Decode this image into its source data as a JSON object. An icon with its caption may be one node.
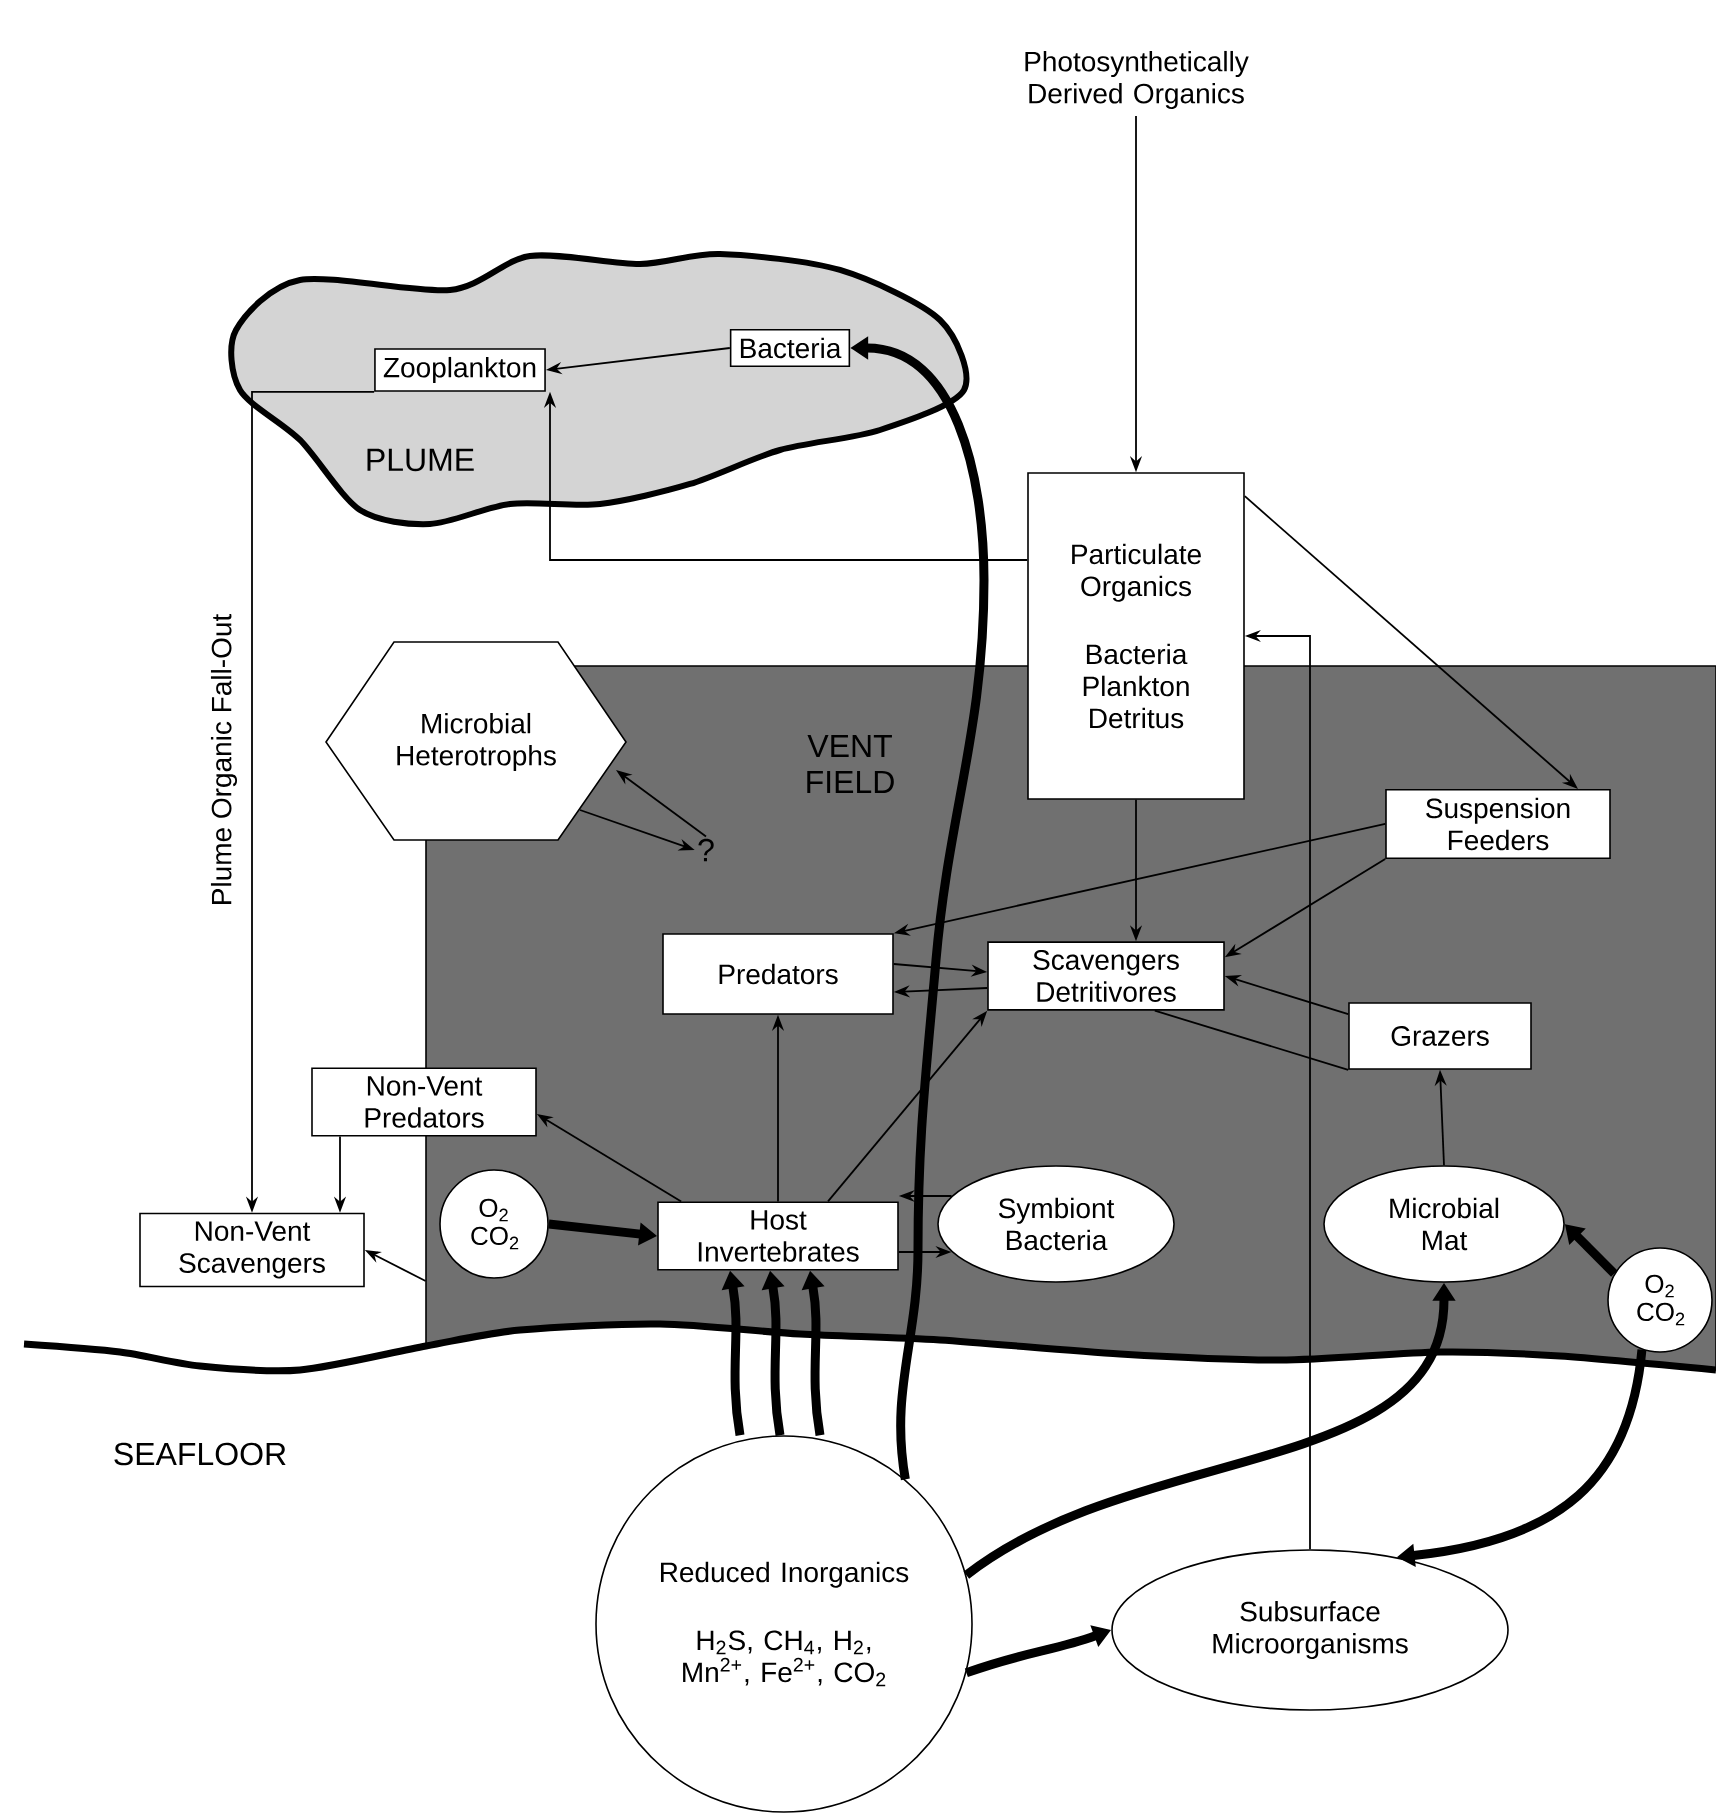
{
  "diagram": {
    "nodes": [
      {
        "text": [
          "PLUME"
        ]
      },
      {
        "text": [
          "Zooplankton"
        ],
        "in": 0
      },
      {
        "text": [
          "Bacteria"
        ],
        "in": 0
      },
      {
        "text": [
          "Photosynthetically Derived Organics"
        ]
      },
      {
        "text": [
          "Particulate Organics",
          "Bacteria Plankton Detritus"
        ]
      },
      {
        "text": [
          "VENT FIELD"
        ]
      },
      {
        "text": [
          "Microbial Heterotrophs"
        ]
      },
      {
        "text": [
          "?"
        ],
        "in": 5
      },
      {
        "text": [
          "Suspension Feeders"
        ],
        "in": 5
      },
      {
        "text": [
          "Predators"
        ],
        "in": 5
      },
      {
        "text": [
          "Scavengers Detritivores"
        ],
        "in": 5
      },
      {
        "text": [
          "Non-Vent Predators"
        ]
      },
      {
        "text": [
          "Grazers"
        ],
        "in": 5
      },
      {
        "text": [
          "Non-Vent Scavengers"
        ]
      },
      {
        "text": [
          "O$_{2}$ CO$_{2}$"
        ],
        "in": 5
      },
      {
        "text": [
          "Host Invertebrates"
        ],
        "in": 5
      },
      {
        "text": [
          "Symbiont Bacteria"
        ],
        "in": 5
      },
      {
        "text": [
          "Microbial Mat"
        ],
        "in": 5
      },
      {
        "text": [
          "O$_{2}$ CO$_{2}$"
        ],
        "in": 5
      },
      {
        "text": [
          "Reduced Inorganics",
          "H$_{2}$S, CH$_{4}$, H$_{2}$, Mn$^{2+}$, Fe$^{2+}$, CO$_{2}$"
        ]
      },
      {
        "text": [
          "Subsurface Microorganisms"
        ]
      }
    ],
    "edges": [
      {
        "from": 2,
        "to": 1,
        "arrow": "to"
      },
      {
        "from": 19,
        "to": 2,
        "arrow": "to",
        "style": "thick"
      },
      {
        "from": 3,
        "to": 4,
        "arrow": "to"
      },
      {
        "from": 4,
        "to": 1,
        "arrow": "to"
      },
      {
        "from": 4,
        "to": 8,
        "arrow": "to"
      },
      {
        "from": 4,
        "to": 10,
        "arrow": "to"
      },
      {
        "from": 20,
        "to": 4,
        "arrow": "to"
      },
      {
        "from": 6,
        "to": 7,
        "arrow": "to"
      },
      {
        "from": 7,
        "to": 6,
        "arrow": "to"
      },
      {
        "from": 8,
        "to": 9,
        "arrow": "to"
      },
      {
        "from": 8,
        "to": 10,
        "arrow": "to"
      },
      {
        "from": 9,
        "to": 10,
        "arrow": "to"
      },
      {
        "from": 10,
        "to": 9,
        "arrow": "to"
      },
      {
        "from": 12,
        "to": 10,
        "arrow": "to"
      },
      {
        "from": 10,
        "to": 12,
        "arrow": "none"
      },
      {
        "from": 17,
        "to": 12,
        "arrow": "to"
      },
      {
        "from": 15,
        "to": 9,
        "arrow": "to"
      },
      {
        "from": 15,
        "to": 10,
        "arrow": "to"
      },
      {
        "from": 15,
        "to": 11,
        "arrow": "to"
      },
      {
        "from": 16,
        "to": 15,
        "arrow": "to"
      },
      {
        "from": 15,
        "to": 16,
        "arrow": "to"
      },
      {
        "from": 14,
        "to": 15,
        "arrow": "to",
        "style": "thick"
      },
      {
        "from": 1,
        "to": 13,
        "arrow": "to",
        "label": "Plume Organic Fall-Out"
      },
      {
        "from": 11,
        "to": 13,
        "arrow": "to"
      },
      {
        "from": 5,
        "to": 13,
        "arrow": "to"
      },
      {
        "from": 18,
        "to": 17,
        "arrow": "to",
        "style": "thick"
      },
      {
        "from": 18,
        "to": 20,
        "arrow": "to",
        "style": "thick"
      },
      {
        "from": 19,
        "to": 15,
        "arrow": "to",
        "style": "thick"
      },
      {
        "from": 19,
        "to": 15,
        "arrow": "to",
        "style": "thick"
      },
      {
        "from": 19,
        "to": 15,
        "arrow": "to",
        "style": "thick"
      },
      {
        "from": 19,
        "to": 17,
        "arrow": "to",
        "style": "thick"
      },
      {
        "from": 19,
        "to": 20,
        "arrow": "to",
        "style": "thick"
      }
    ],
    "labels": [
      "SEAFLOOR"
    ]
  }
}
